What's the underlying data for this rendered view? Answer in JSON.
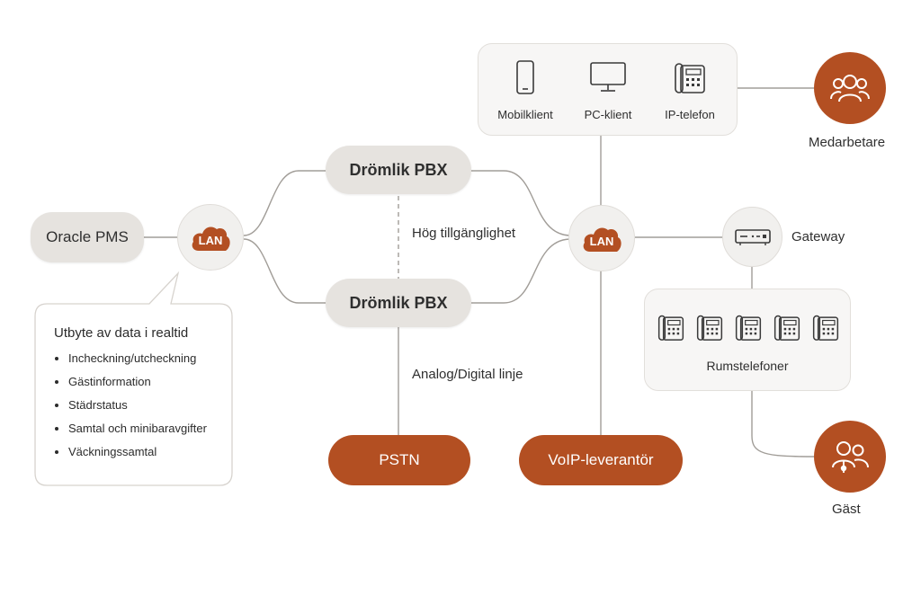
{
  "pms": {
    "label": "Oracle PMS"
  },
  "lan_left": {
    "label": "LAN"
  },
  "lan_right": {
    "label": "LAN"
  },
  "pbx_top": {
    "label": "Drömlik PBX"
  },
  "pbx_bottom": {
    "label": "Drömlik PBX"
  },
  "ha_label": "Hög tillgänglighet",
  "analog_label": "Analog/Digital linje",
  "pstn": {
    "label": "PSTN"
  },
  "voip": {
    "label": "VoIP-leverantör"
  },
  "gateway": {
    "label": "Gateway",
    "icon": "gateway-icon"
  },
  "clients": {
    "items": [
      {
        "label": "Mobilklient",
        "icon": "mobile-phone-icon"
      },
      {
        "label": "PC-klient",
        "icon": "monitor-icon"
      },
      {
        "label": "IP-telefon",
        "icon": "desk-phone-icon"
      }
    ]
  },
  "employees": {
    "label": "Medarbetare",
    "icon": "people-icon"
  },
  "room_phones": {
    "label": "Rumstelefoner",
    "count_icons": 5,
    "icon": "desk-phone-icon"
  },
  "guest": {
    "label": "Gäst",
    "icon": "guest-icon"
  },
  "callout": {
    "title": "Utbyte av data i realtid",
    "items": [
      "Incheckning/utcheckning",
      "Gästinformation",
      "Städrstatus",
      "Samtal och minibaravgifter",
      "Väckningssamtal"
    ]
  },
  "colors": {
    "accent": "#b34f22",
    "pill_grey": "#e6e3df",
    "line": "#9c9893"
  }
}
